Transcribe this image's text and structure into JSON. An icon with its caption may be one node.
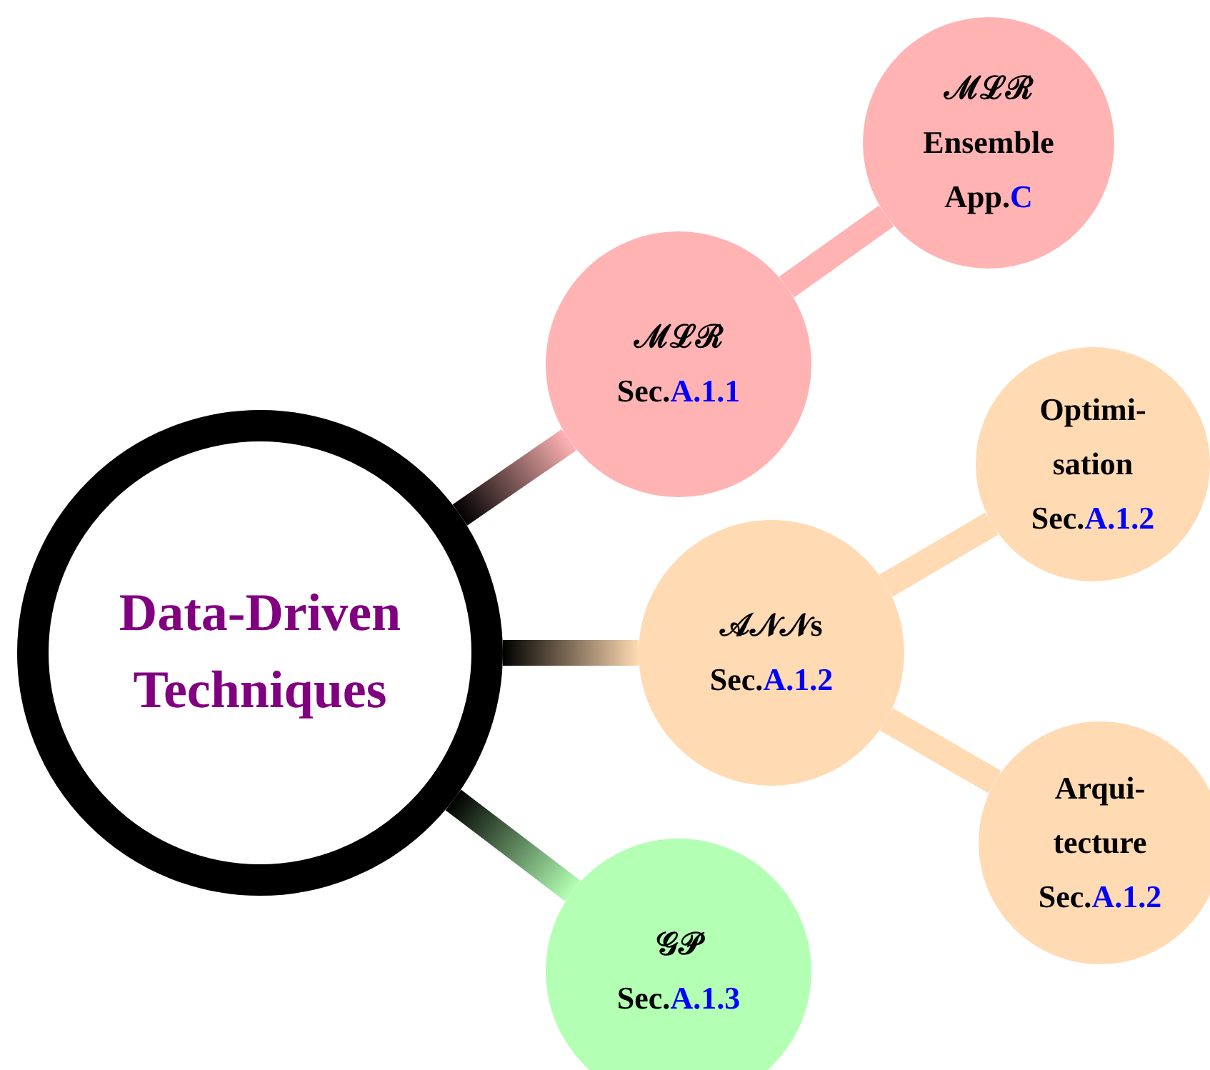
{
  "diagram": {
    "nodes": [
      {
        "text": [
          "Data-Driven Techniques"
        ]
      },
      {
        "text": [
          "ℳℒℛ",
          "Sec.",
          "A.1.1"
        ]
      },
      {
        "text": [
          "ℳℒℛ",
          "Ensemble",
          "App.",
          "C"
        ]
      },
      {
        "text": [
          "𝒜𝒩𝒩s",
          "Sec.",
          "A.1.2"
        ]
      },
      {
        "text": [
          "Optimi- sation",
          "Sec.",
          "A.1.2"
        ]
      },
      {
        "text": [
          "Arqui- tecture",
          "Sec.",
          "A.1.2"
        ]
      },
      {
        "text": [
          "𝒢𝒫",
          "Sec.",
          "A.1.3"
        ]
      }
    ],
    "edges": [
      {
        "from": 0,
        "to": 1,
        "arrow": "none"
      },
      {
        "from": 1,
        "to": 2,
        "arrow": "none"
      },
      {
        "from": 0,
        "to": 3,
        "arrow": "none"
      },
      {
        "from": 3,
        "to": 4,
        "arrow": "none"
      },
      {
        "from": 3,
        "to": 5,
        "arrow": "none"
      },
      {
        "from": 0,
        "to": 6,
        "arrow": "none"
      }
    ]
  }
}
